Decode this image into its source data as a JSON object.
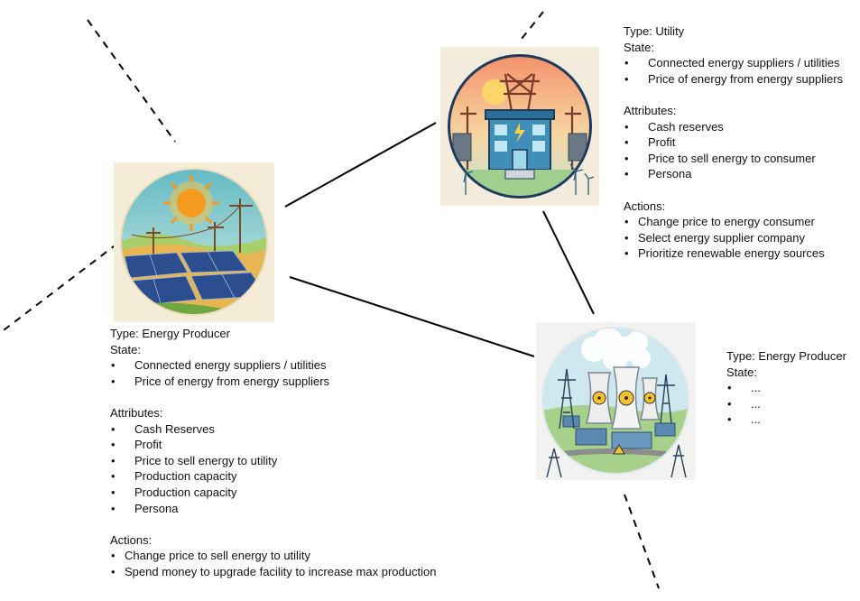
{
  "solar": {
    "type_label": "Type: Energy Producer",
    "state_label": "State:",
    "state_items": [
      "Connected energy suppliers / utilities",
      "Price of energy from energy suppliers"
    ],
    "attributes_label": "Attributes:",
    "attribute_items": [
      "Cash Reserves",
      "Profit",
      "Price to sell energy to utility",
      "Production capacity",
      "Production capacity",
      "Persona"
    ],
    "actions_label": "Actions:",
    "action_items": [
      "Change price to sell energy to utility",
      "Spend money to upgrade facility to increase max production"
    ]
  },
  "utility": {
    "type_label": "Type: Utility",
    "state_label": "State:",
    "state_items": [
      "Connected energy suppliers / utilities",
      "Price of energy from energy suppliers"
    ],
    "attributes_label": "Attributes:",
    "attribute_items": [
      "Cash reserves",
      "Profit",
      "Price to sell energy to consumer",
      "Persona"
    ],
    "actions_label": "Actions:",
    "action_items": [
      "Change price to energy consumer",
      "Select energy supplier company",
      "Prioritize renewable energy sources"
    ]
  },
  "nuclear": {
    "type_label": "Type: Energy Producer",
    "state_label": "State:",
    "state_items": [
      "...",
      "...",
      "..."
    ]
  },
  "colors": {
    "edge": "#000000",
    "sky_solar": "#6fc3c9",
    "sun": "#f7b52b",
    "panel": "#2e4f8c",
    "grass": "#8fbf4a",
    "field": "#e8b84a",
    "sky_utility": "#f4a07a",
    "building": "#3a8fb5",
    "sky_nuclear": "#cfe6ee",
    "tower": "#e9e9e9",
    "hazard": "#f2c230"
  }
}
